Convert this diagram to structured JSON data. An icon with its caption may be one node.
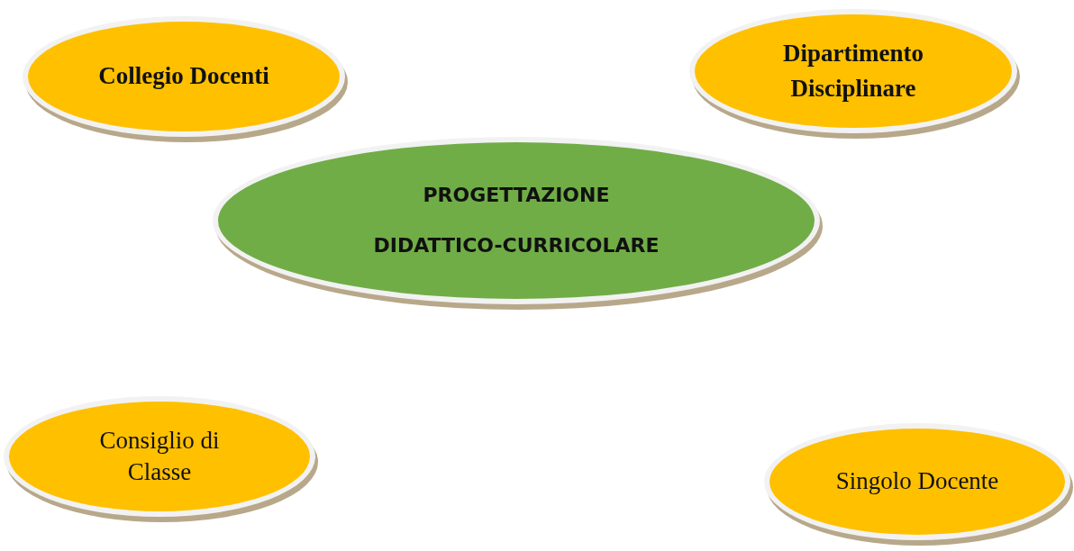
{
  "diagram": {
    "nodes": [
      {
        "text": [
          "Collegio Docenti"
        ]
      },
      {
        "text": [
          "Dipartimento Disciplinare"
        ]
      },
      {
        "text": [
          "PROGETTAZIONE",
          "DIDATTICO-CURRICOLARE"
        ]
      },
      {
        "text": [
          "Consiglio di Classe"
        ]
      },
      {
        "text": [
          "Singolo Docente"
        ]
      }
    ]
  }
}
